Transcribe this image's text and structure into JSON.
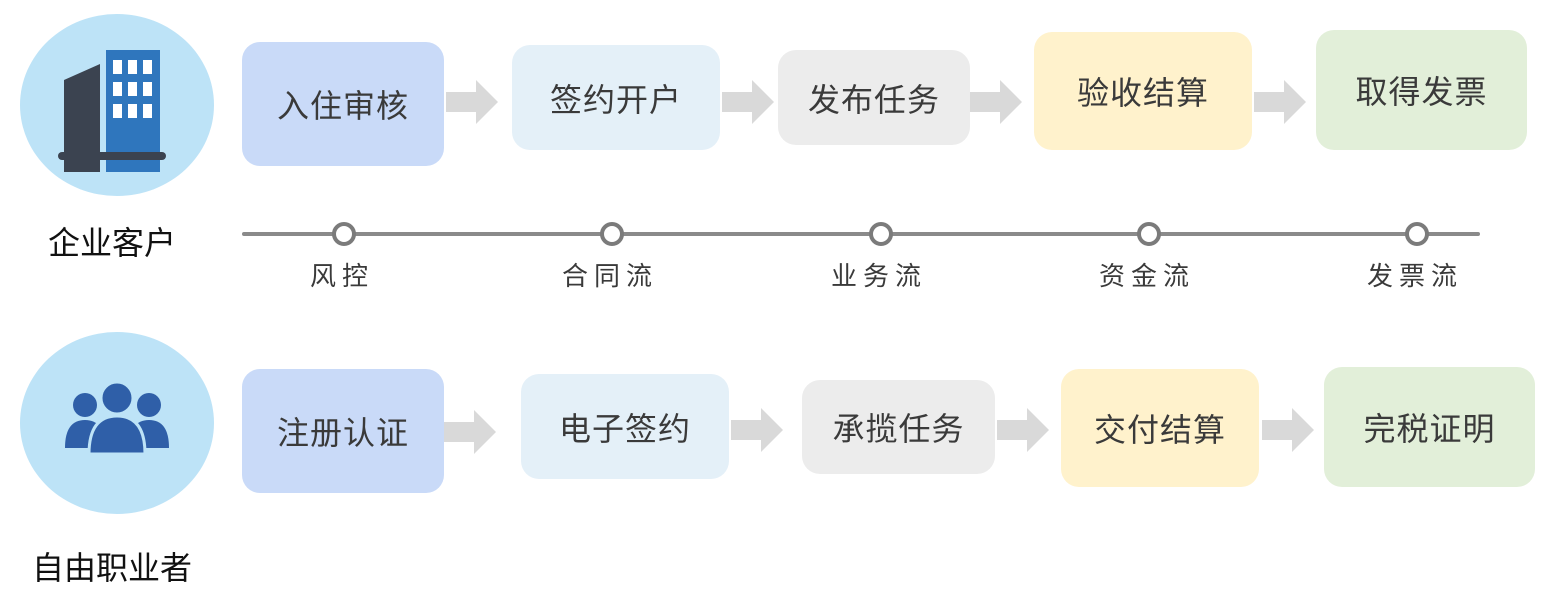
{
  "colors": {
    "avatar_bg": "#bde3f7",
    "building_dark": "#3b4350",
    "building_blue": "#2f76bd",
    "people_blue": "#2f5fa8",
    "arrow": "#d9d9d9",
    "step_colors": [
      "#c9daf8",
      "#e4f0f8",
      "#ececec",
      "#fff2cc",
      "#e2efd9"
    ]
  },
  "enterprise": {
    "label": "企业客户",
    "icon": "building-icon",
    "steps": [
      "入住审核",
      "签约开户",
      "发布任务",
      "验收结算",
      "取得发票"
    ]
  },
  "flows": [
    "风控",
    "合同流",
    "业务流",
    "资金流",
    "发票流"
  ],
  "freelancer": {
    "label": "自由职业者",
    "icon": "people-group-icon",
    "steps": [
      "注册认证",
      "电子签约",
      "承揽任务",
      "交付结算",
      "完税证明"
    ]
  }
}
